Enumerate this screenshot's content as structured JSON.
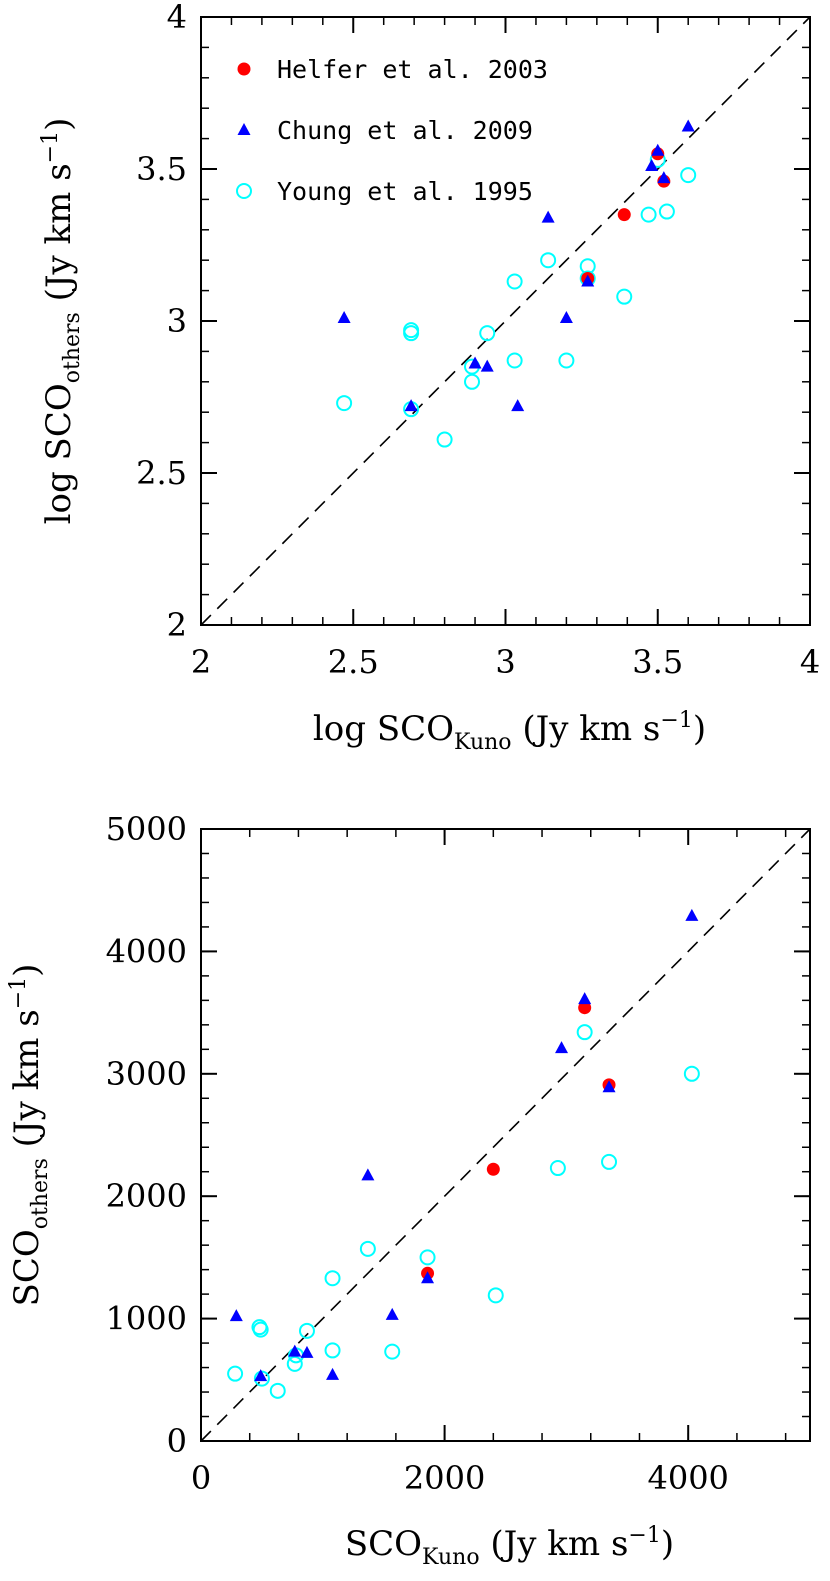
{
  "colors": {
    "helfer": "#ff0000",
    "chung": "#0000ff",
    "young": "#00ffff",
    "axis": "#000000"
  },
  "chart_data": [
    {
      "type": "scatter",
      "xlabel": {
        "main": "log SCO",
        "sub": "Kuno",
        "unit_pre": "(Jy km s",
        "unit_sup": "−1",
        "unit_post": ")"
      },
      "ylabel": {
        "main": "log SCO",
        "sub": "others",
        "unit_pre": "(Jy km s",
        "unit_sup": "−1",
        "unit_post": ")"
      },
      "xlim": [
        2,
        4
      ],
      "ylim": [
        2,
        4
      ],
      "xticks": [
        2,
        2.5,
        3,
        3.5,
        4
      ],
      "yticks": [
        2,
        2.5,
        3,
        3.5,
        4
      ],
      "xtick_labels": [
        "2",
        "2.5",
        "3",
        "3.5",
        "4"
      ],
      "ytick_labels": [
        "2",
        "2.5",
        "3",
        "3.5",
        "4"
      ],
      "reference_line": "y = x (dashed)",
      "legend": {
        "position": "top-left",
        "entries": [
          {
            "label": "Helfer et al. 2003",
            "marker": "filled-circle",
            "color": "#ff0000"
          },
          {
            "label": "Chung et al. 2009",
            "marker": "filled-triangle",
            "color": "#0000ff"
          },
          {
            "label": "Young et al. 1995",
            "marker": "open-circle",
            "color": "#00ffff"
          }
        ]
      },
      "series": [
        {
          "name": "Helfer et al. 2003",
          "marker": "filled-circle",
          "color": "#ff0000",
          "x": [
            3.27,
            3.39,
            3.5,
            3.52
          ],
          "y": [
            3.14,
            3.35,
            3.55,
            3.46
          ]
        },
        {
          "name": "Chung et al. 2009",
          "marker": "filled-triangle",
          "color": "#0000ff",
          "x": [
            2.47,
            2.69,
            2.9,
            2.94,
            3.04,
            3.14,
            3.2,
            3.27,
            3.48,
            3.5,
            3.52,
            3.6
          ],
          "y": [
            3.01,
            2.72,
            2.86,
            2.85,
            2.72,
            3.34,
            3.01,
            3.13,
            3.51,
            3.56,
            3.47,
            3.64
          ]
        },
        {
          "name": "Young et al. 1995",
          "marker": "open-circle",
          "color": "#00ffff",
          "x": [
            2.47,
            2.69,
            2.69,
            2.69,
            2.8,
            2.89,
            2.89,
            2.94,
            3.03,
            3.03,
            3.14,
            3.2,
            3.27,
            3.27,
            3.39,
            3.47,
            3.5,
            3.53,
            3.6
          ],
          "y": [
            2.73,
            2.97,
            2.96,
            2.71,
            2.61,
            2.8,
            2.85,
            2.96,
            3.13,
            2.87,
            3.2,
            2.87,
            3.18,
            3.14,
            3.08,
            3.35,
            3.53,
            3.36,
            3.48
          ]
        }
      ]
    },
    {
      "type": "scatter",
      "xlabel": {
        "main": "SCO",
        "sub": "Kuno",
        "unit_pre": "(Jy km s",
        "unit_sup": "−1",
        "unit_post": ")"
      },
      "ylabel": {
        "main": "SCO",
        "sub": "others",
        "unit_pre": "(Jy km s",
        "unit_sup": "−1",
        "unit_post": ")"
      },
      "xlim": [
        0,
        5000
      ],
      "ylim": [
        0,
        5000
      ],
      "xticks": [
        0,
        2000,
        4000
      ],
      "yticks": [
        0,
        1000,
        2000,
        3000,
        4000,
        5000
      ],
      "xtick_labels": [
        "0",
        "2000",
        "4000"
      ],
      "ytick_labels": [
        "0",
        "1000",
        "2000",
        "3000",
        "4000",
        "5000"
      ],
      "reference_line": "y = x (dashed)",
      "series": [
        {
          "name": "Helfer et al. 2003",
          "marker": "filled-circle",
          "color": "#ff0000",
          "x": [
            1860,
            2400,
            3150,
            3350
          ],
          "y": [
            1370,
            2220,
            3540,
            2910
          ]
        },
        {
          "name": "Chung et al. 2009",
          "marker": "filled-triangle",
          "color": "#0000ff",
          "x": [
            290,
            490,
            770,
            870,
            1080,
            1370,
            1570,
            1860,
            2960,
            3150,
            3350,
            4030
          ],
          "y": [
            1020,
            530,
            730,
            720,
            540,
            2170,
            1030,
            1330,
            3210,
            3610,
            2890,
            4290
          ]
        },
        {
          "name": "Young et al. 1995",
          "marker": "open-circle",
          "color": "#00ffff",
          "x": [
            280,
            480,
            490,
            500,
            630,
            770,
            780,
            870,
            1080,
            1080,
            1370,
            1570,
            1860,
            2420,
            2930,
            3150,
            3350,
            4030
          ],
          "y": [
            550,
            930,
            910,
            510,
            410,
            630,
            700,
            900,
            1330,
            740,
            1570,
            730,
            1500,
            1190,
            2230,
            3340,
            2280,
            3000
          ]
        }
      ]
    }
  ]
}
